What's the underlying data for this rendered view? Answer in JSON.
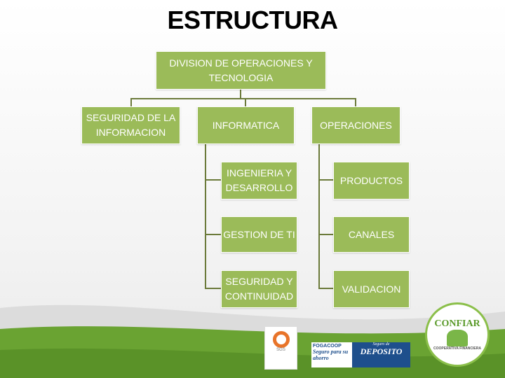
{
  "title": "ESTRUCTURA",
  "org_chart": {
    "root": "DIVISION DE OPERACIONES Y TECNOLOGIA",
    "level1": [
      {
        "label": "SEGURIDAD DE LA INFORMACION",
        "children": []
      },
      {
        "label": "INFORMATICA",
        "children": [
          "INGENIERIA Y DESARROLLO",
          "GESTION DE TI",
          "SEGURIDAD Y CONTINUIDAD"
        ]
      },
      {
        "label": "OPERACIONES",
        "children": [
          "PRODUCTOS",
          "CANALES",
          "VALIDACION"
        ]
      }
    ]
  },
  "logos": {
    "sgs": "SGS",
    "fogacoop": "FOGACOOP",
    "fogacoop_slogan": "Seguro para su ahorro",
    "deposito_top": "Seguro de",
    "deposito": "DEPOSITO",
    "confiar": "CONFIAR",
    "confiar_sub": "COOPERATIVA FINANCIERA"
  },
  "colors": {
    "box": "#9bbb59",
    "connector": "#6b7a3a",
    "wave": "#6aa332"
  }
}
